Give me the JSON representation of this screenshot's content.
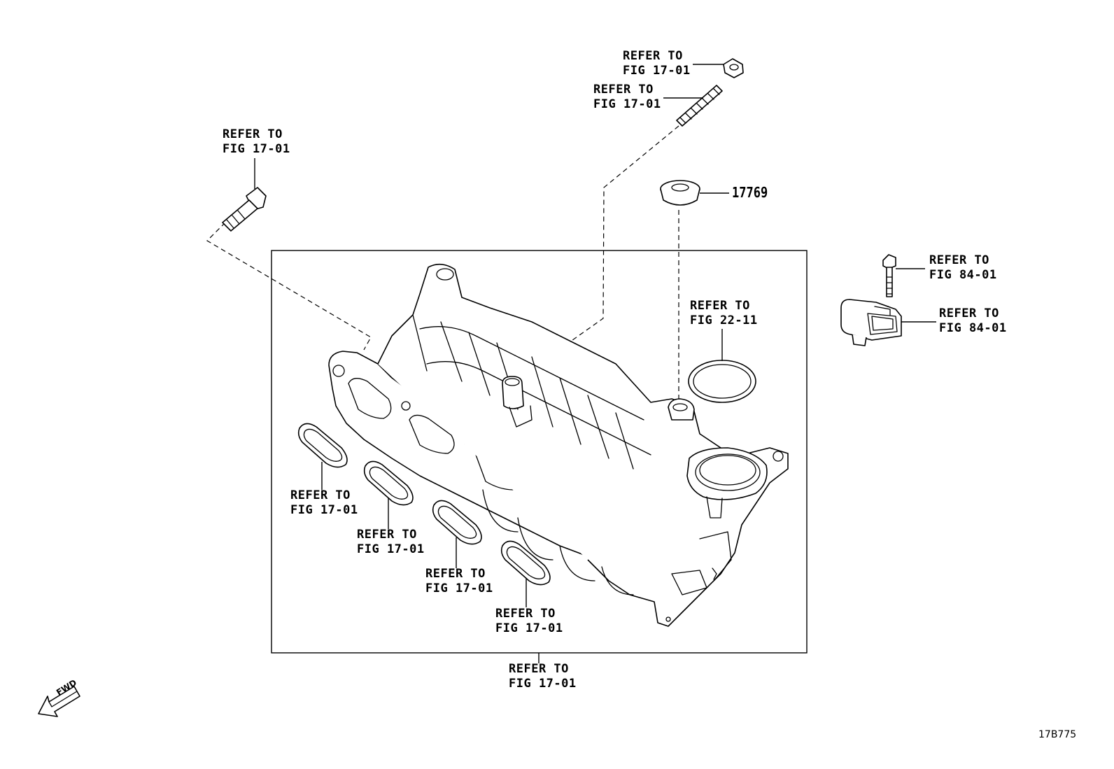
{
  "callouts": {
    "nut_top": [
      "REFER TO",
      "FIG 17-01"
    ],
    "stud_top": [
      "REFER TO",
      "FIG 17-01"
    ],
    "bolt_left": [
      "REFER TO",
      "FIG 17-01"
    ],
    "ring_gasket": [
      "REFER TO",
      "FIG 22-11"
    ],
    "sensor_bolt": [
      "REFER TO",
      "FIG 84-01"
    ],
    "sensor": [
      "REFER TO",
      "FIG 84-01"
    ],
    "gasket_1": [
      "REFER TO",
      "FIG 17-01"
    ],
    "gasket_2": [
      "REFER TO",
      "FIG 17-01"
    ],
    "gasket_3": [
      "REFER TO",
      "FIG 17-01"
    ],
    "gasket_4": [
      "REFER TO",
      "FIG 17-01"
    ],
    "manifold_assy": [
      "REFER TO",
      "FIG 17-01"
    ]
  },
  "part_numbers": {
    "grommet": "17769"
  },
  "fwd_label": "FWD",
  "diagram_code": "17B775"
}
